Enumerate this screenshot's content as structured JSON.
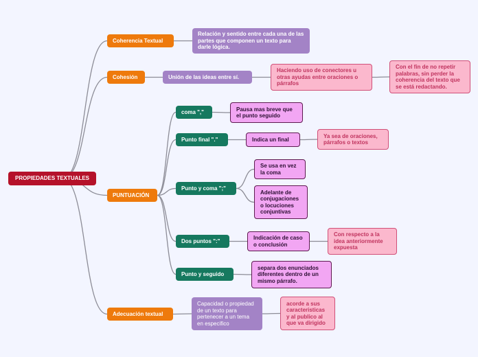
{
  "colors": {
    "root": "#b5122a",
    "branch": "#ee7a0c",
    "topic": "#a383c6",
    "punct": "#16795f",
    "detail": "#f2a6f3",
    "note": "#fbb8cd",
    "link": "#8c8c96",
    "background": "#f3f5ff"
  },
  "nodes": {
    "root": "PROPIEDADES TEXTUALES",
    "coherencia": "Coherencia Textual",
    "coherencia_desc": "Relación y sentido entre cada una de las partes que componen un texto para darle lógica.",
    "cohesion": "Cohesión",
    "cohesion_union": "Unión de las ideas entre sí.",
    "cohesion_conectores": "Haciendo uso de conectores u otras ayudas entre oraciones o párrafos",
    "cohesion_fin": "Con el fin de no repetir palabras, sin perder la coherencia del texto que se está redactando.",
    "puntuacion": "PUNTUACIÓN",
    "coma": "coma \",\"",
    "coma_desc": "Pausa mas breve que el punto seguido",
    "punto_final": "Punto final \".\"",
    "punto_final_desc": "Indica un final",
    "punto_final_nota": "Ya sea de oraciones, párrafos o textos",
    "punto_coma": "Punto y coma \";\"",
    "punto_coma_desc1": "Se usa en vez la coma",
    "punto_coma_desc2": "Adelante de conjugaciones o locuciones conjuntivas",
    "dos_puntos": "Dos puntos \":\"",
    "dos_puntos_desc": "Indicación de caso o conclusión",
    "dos_puntos_nota": "Con respecto a la idea anteriormente expuesta",
    "punto_seguido": "Punto y seguido",
    "punto_seguido_desc": "separa dos enunciados diferentes dentro de un mismo párrafo.",
    "adecuacion": "Adecuación textual",
    "adecuacion_desc": "Capacidad o propiedad de un texto para pertenecer a un tema en especifico",
    "adecuacion_nota": "acorde a sus caracteristicas y al publico al que va dirigido"
  }
}
